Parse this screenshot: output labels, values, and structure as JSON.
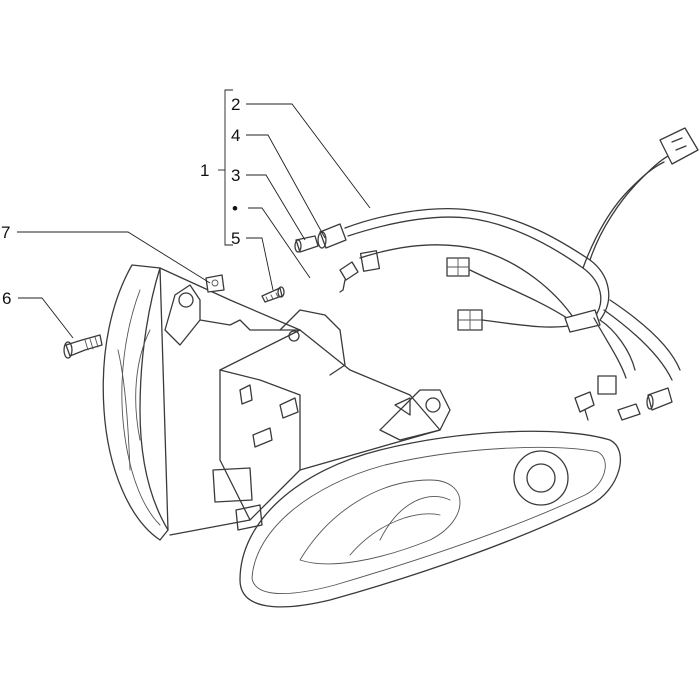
{
  "colors": {
    "line": "#3a3a3a",
    "text": "#111111",
    "background": "#ffffff"
  },
  "callouts": {
    "c1": "1",
    "c2": "2",
    "c3": "3",
    "c4": "4",
    "c5": "5",
    "c6": "6",
    "c7": "7",
    "dot": "•"
  }
}
